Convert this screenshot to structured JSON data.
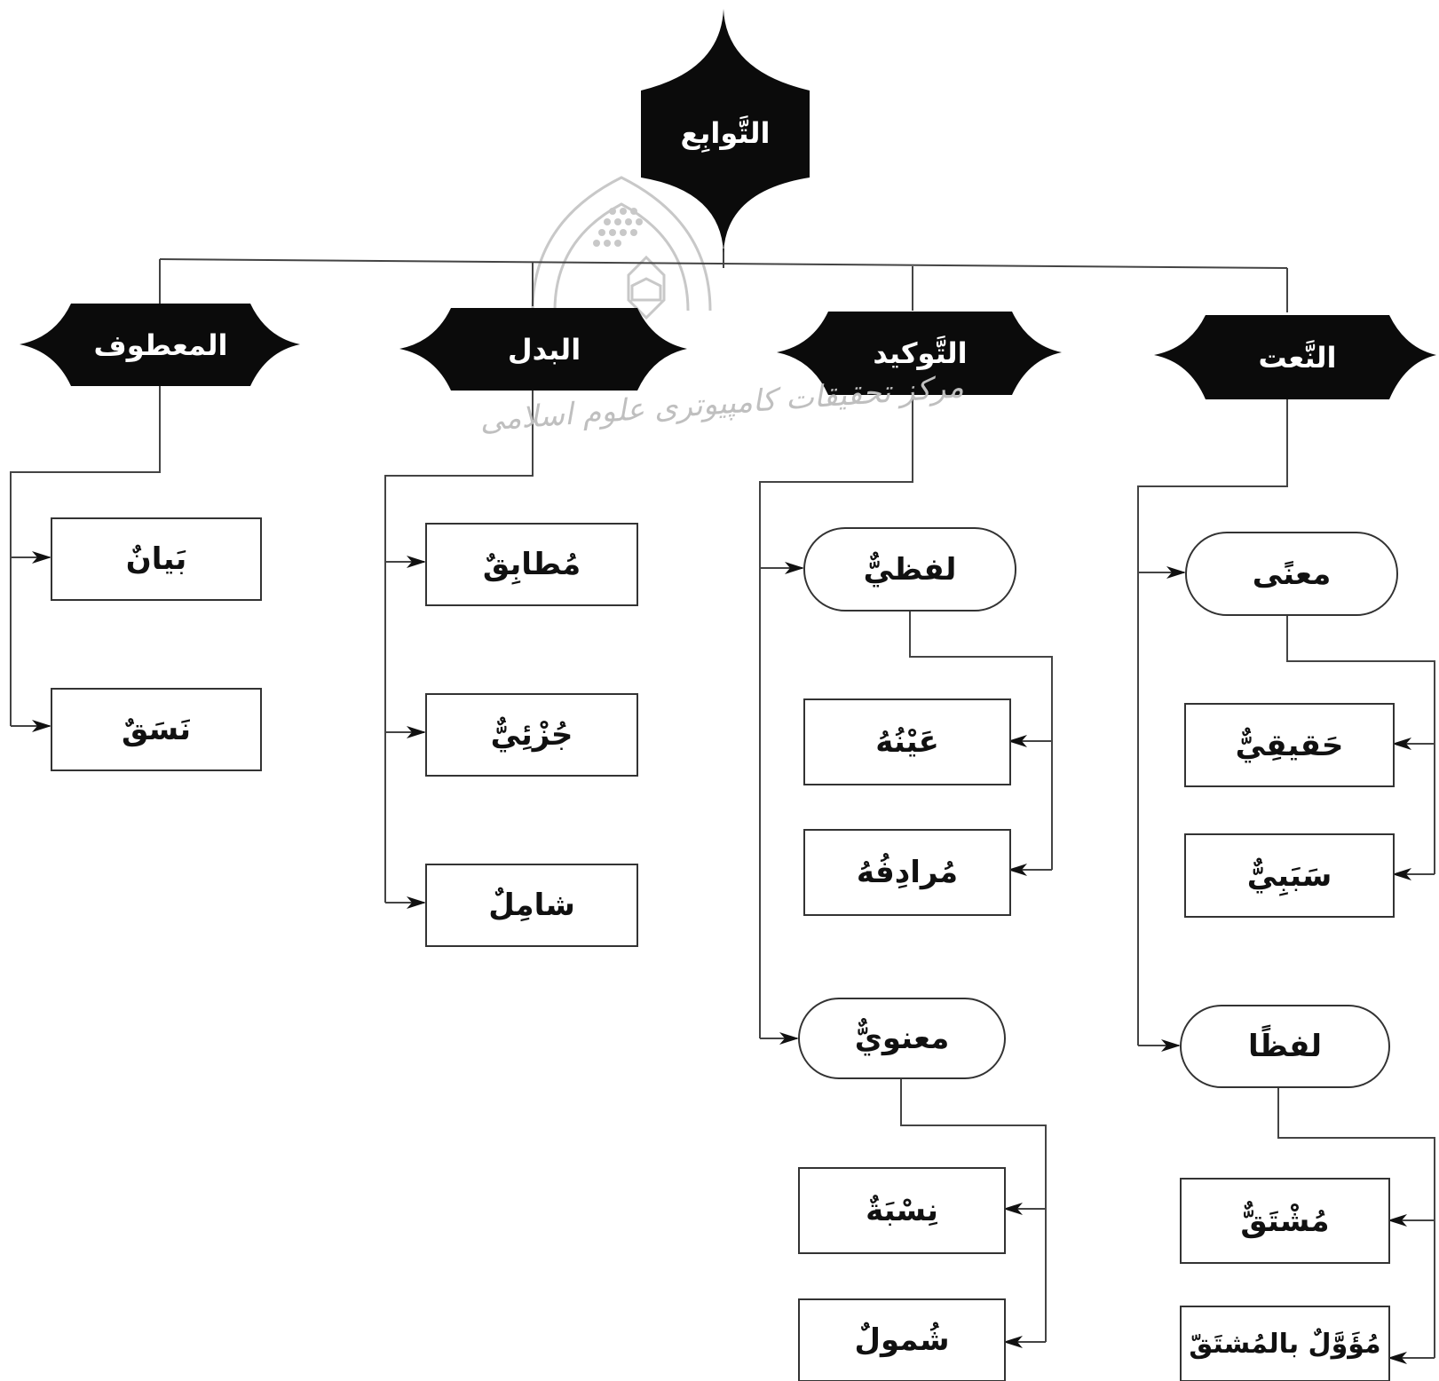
{
  "diagram": {
    "root": "التَّوابِع",
    "categories": [
      {
        "label": "النَّعت",
        "groups": [
          {
            "label": "معنًى",
            "items": [
              "حَقيقِيٌّ",
              "سَبَبِيٌّ"
            ]
          },
          {
            "label": "لفظًا",
            "items": [
              "مُشْتَقٌّ",
              "مُؤَوَّلٌ بالمُشتَقّ"
            ]
          }
        ]
      },
      {
        "label": "التَّوكيد",
        "groups": [
          {
            "label": "لفظيٌّ",
            "items": [
              "عَيْنُهُ",
              "مُرادِفُهُ"
            ]
          },
          {
            "label": "معنويٌّ",
            "items": [
              "نِسْبَةٌ",
              "شُمولٌ"
            ]
          }
        ]
      },
      {
        "label": "البدل",
        "items": [
          "مُطابِقٌ",
          "جُزْئِيٌّ",
          "شامِلٌ"
        ]
      },
      {
        "label": "المعطوف",
        "items": [
          "بَيانٌ",
          "نَسَقٌ"
        ]
      }
    ]
  },
  "watermark": {
    "text": "مرکز تحقیقات کامپیوتری علوم اسلامی"
  }
}
